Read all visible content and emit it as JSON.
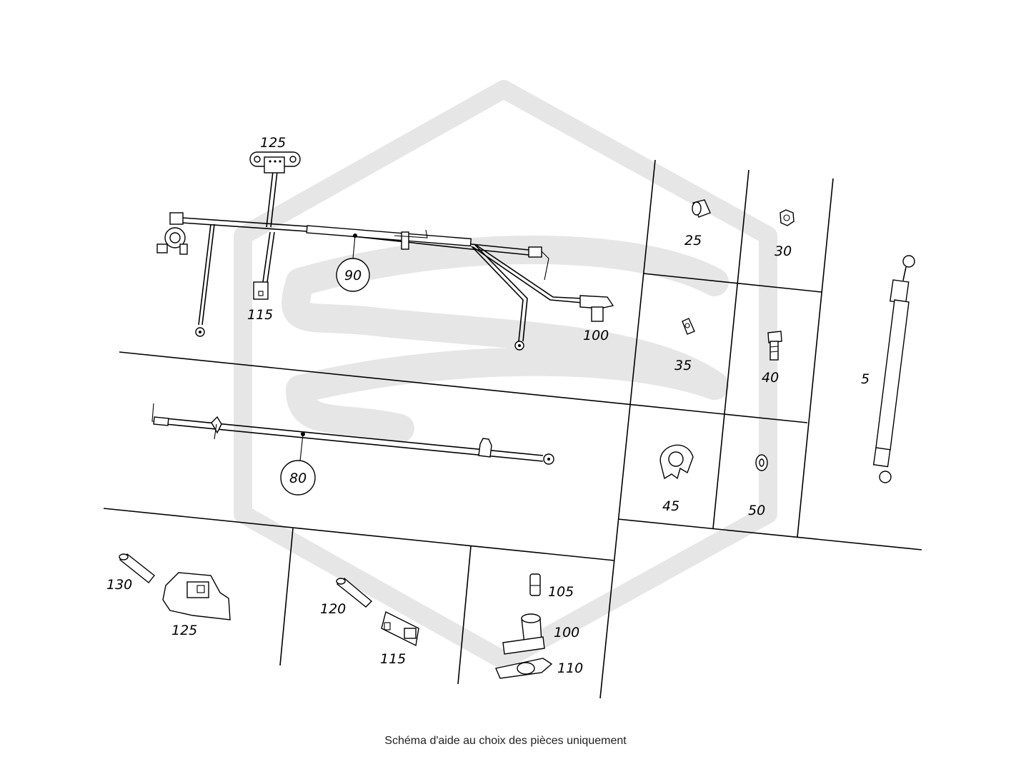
{
  "caption": "Schéma d'aide au choix des pièces uniquement",
  "labels": {
    "p125_top": "125",
    "p115_top": "115",
    "p90": "90",
    "p100_top": "100",
    "p80": "80",
    "p25": "25",
    "p30": "30",
    "p35": "35",
    "p40": "40",
    "p45": "45",
    "p50": "50",
    "p5": "5",
    "p130": "130",
    "p125_bot": "125",
    "p120": "120",
    "p115_bot": "115",
    "p105": "105",
    "p100_bot": "100",
    "p110": "110"
  },
  "colors": {
    "line": "#000000",
    "watermark": "#e6e6e6"
  }
}
